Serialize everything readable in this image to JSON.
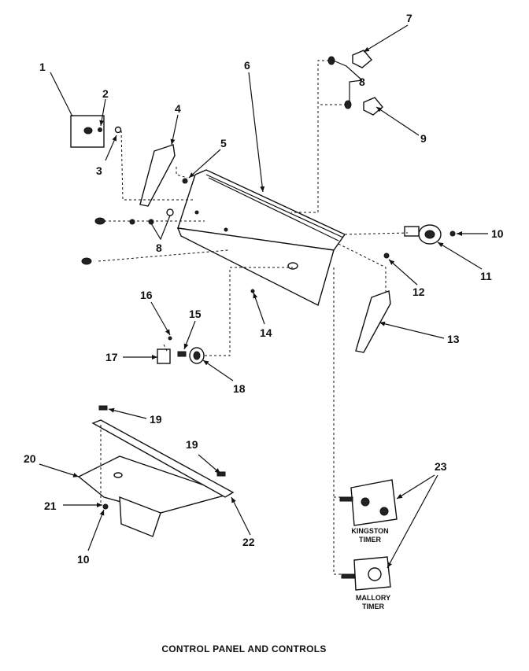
{
  "caption": "CONTROL PANEL AND CONTROLS",
  "callouts": [
    "1",
    "2",
    "3",
    "4",
    "5",
    "6",
    "7",
    "8",
    "9",
    "10",
    "11",
    "12",
    "13",
    "14",
    "15",
    "16",
    "17",
    "18",
    "19",
    "20",
    "21",
    "22",
    "23"
  ],
  "timers": {
    "kingston_line1": "KINGSTON",
    "kingston_line2": "TIMER",
    "mallory_line1": "MALLORY",
    "mallory_line2": "TIMER"
  }
}
